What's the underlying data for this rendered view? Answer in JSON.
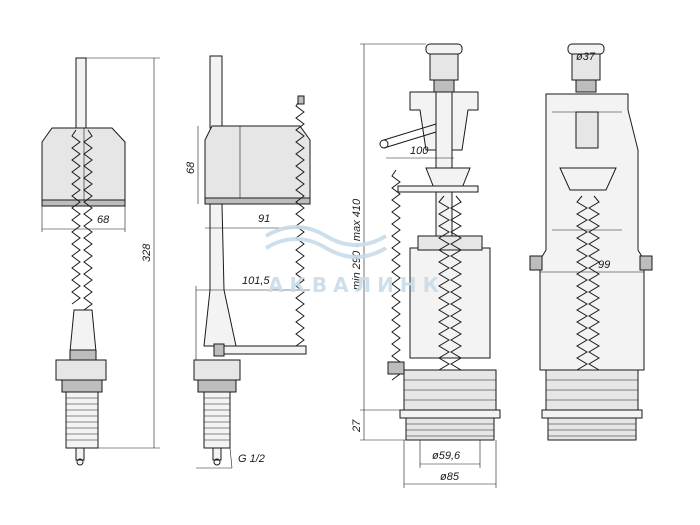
{
  "watermark": "АКВАЛИНК",
  "dimensions": {
    "fill_valve_front_height": "328",
    "fill_valve_front_width": "68",
    "fill_valve_side_float_height": "68",
    "fill_valve_side_float_width": "91",
    "fill_valve_side_arm": "101,5",
    "fill_valve_thread": "G 1/2",
    "flush_height_range": "min 290 - max 410",
    "flush_arm": "100",
    "flush_button_diameter": "ø37",
    "flush_width": "99",
    "flush_base_height": "27",
    "flush_outlet_inner": "ø59,6",
    "flush_outlet_outer": "ø85"
  }
}
